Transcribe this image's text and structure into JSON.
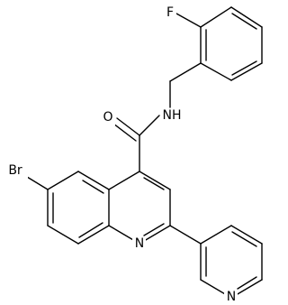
{
  "diagram": {
    "type": "chemical-structure",
    "atom_labels": {
      "fluorine": "F",
      "amide_nitrogen": "NH",
      "carbonyl_oxygen": "O",
      "bromine": "Br",
      "quinoline_nitrogen": "N",
      "pyridine_nitrogen": "N"
    },
    "colors": {
      "bond": "#000000",
      "label": "#000000",
      "background": "#ffffff"
    }
  }
}
